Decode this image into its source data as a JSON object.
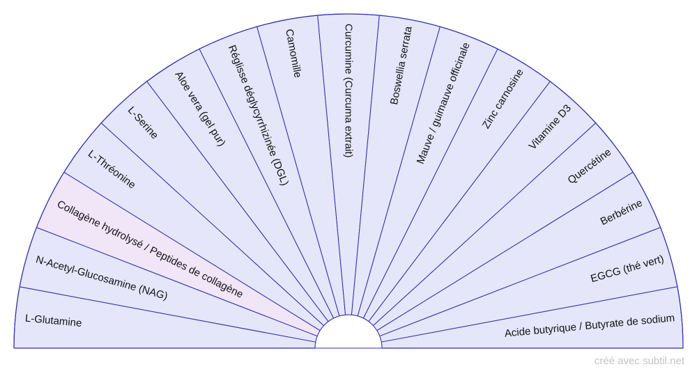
{
  "wheel": {
    "fill_color": "#e6e6fa",
    "highlight_color": "#f0e6f8",
    "line_color": "#2b2bb5",
    "highlighted_index": 2,
    "segments": [
      "L-Glutamine",
      "N-Acetyl-Glucosamine (NAG)",
      "Collagène hydrolysé / Peptides de collagène",
      "L-Thréonine",
      "L-Serine",
      "Aloe vera (gel pur)",
      "Réglisse déglycyrrhizinée (DGL)",
      "Camomille",
      "Curcumine (Curcuma extrait)",
      "Boswellia serrata",
      "Mauve / guimauve officinale",
      "Zinc carnosine",
      "Vitamine D3",
      "Quercétine",
      "Berbérine",
      "EGCG (thé vert)",
      "Acide butyrique / Butyrate de sodium"
    ]
  },
  "footer": {
    "credit": "créé avec subtil.net"
  }
}
